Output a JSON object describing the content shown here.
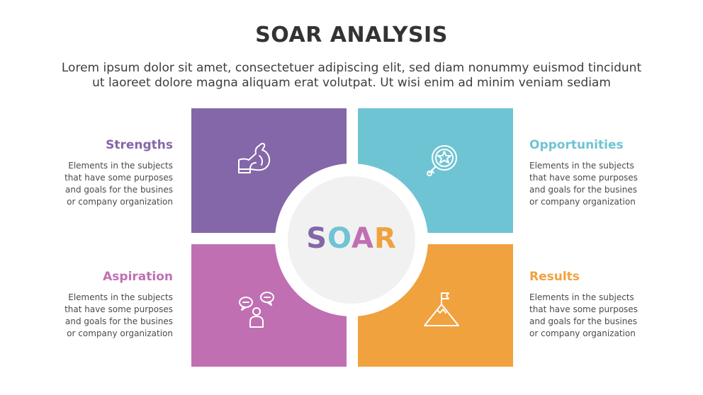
{
  "title": "SOAR ANALYSIS",
  "subtitle": {
    "line1": "Lorem ipsum dolor sit amet, consectetuer adipiscing elit, sed diam nonummy euismod tincidunt",
    "line2": "ut laoreet dolore magna aliquam erat volutpat. Ut wisi enim ad minim veniam sediam"
  },
  "center": {
    "letters": [
      "S",
      "O",
      "A",
      "R"
    ],
    "letter_colors": [
      "#8467a8",
      "#6fc4d3",
      "#c06fb3",
      "#f0a23e"
    ]
  },
  "quadrants": {
    "strengths": {
      "heading": "Strengths",
      "color": "#8467a8",
      "icon": "flexed-arm-icon",
      "lines": [
        "Elements in the subjects",
        "that have some purposes",
        "and goals for the  busines",
        "or company organization"
      ]
    },
    "opportunities": {
      "heading": "Opportunities",
      "color": "#6fc4d3",
      "icon": "magnifier-star-icon",
      "lines": [
        "Elements in the subjects",
        "that have some purposes",
        "and goals for the  busines",
        "or company organization"
      ]
    },
    "aspiration": {
      "heading": "Aspiration",
      "color": "#c06fb3",
      "icon": "person-speech-bubbles-icon",
      "lines": [
        "Elements in the subjects",
        "that have some purposes",
        "and goals for the  busines",
        "or company organization"
      ]
    },
    "results": {
      "heading": "Results",
      "color": "#f0a23e",
      "icon": "mountain-flag-icon",
      "lines": [
        "Elements in the subjects",
        "that have some purposes",
        "and goals for the  busines",
        "or company organization"
      ]
    }
  }
}
